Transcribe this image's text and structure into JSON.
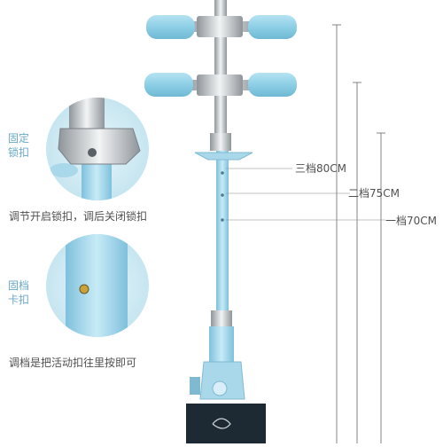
{
  "labels": {
    "lock_buckle": [
      "固定",
      "锁扣"
    ],
    "lock_caption": "调节开启锁扣，调后关闭锁扣",
    "gear_buckle": [
      "固档",
      "卡扣"
    ],
    "gear_caption": "调档是把活动扣往里按即可"
  },
  "height_levels": [
    {
      "label": "三档80CM"
    },
    {
      "label": "二档75CM"
    },
    {
      "label": "一档70CM"
    }
  ],
  "colors": {
    "scooter_blue": "#a9d8ea",
    "grip_blue": "#8fd0e8",
    "label_blue": "#6aa9c8",
    "chrome": "#c8ccd0",
    "deck": "#1d2a33"
  },
  "icons": {
    "lock_detail": "lock-detail-icon",
    "gear_detail": "gear-pin-detail-icon"
  }
}
